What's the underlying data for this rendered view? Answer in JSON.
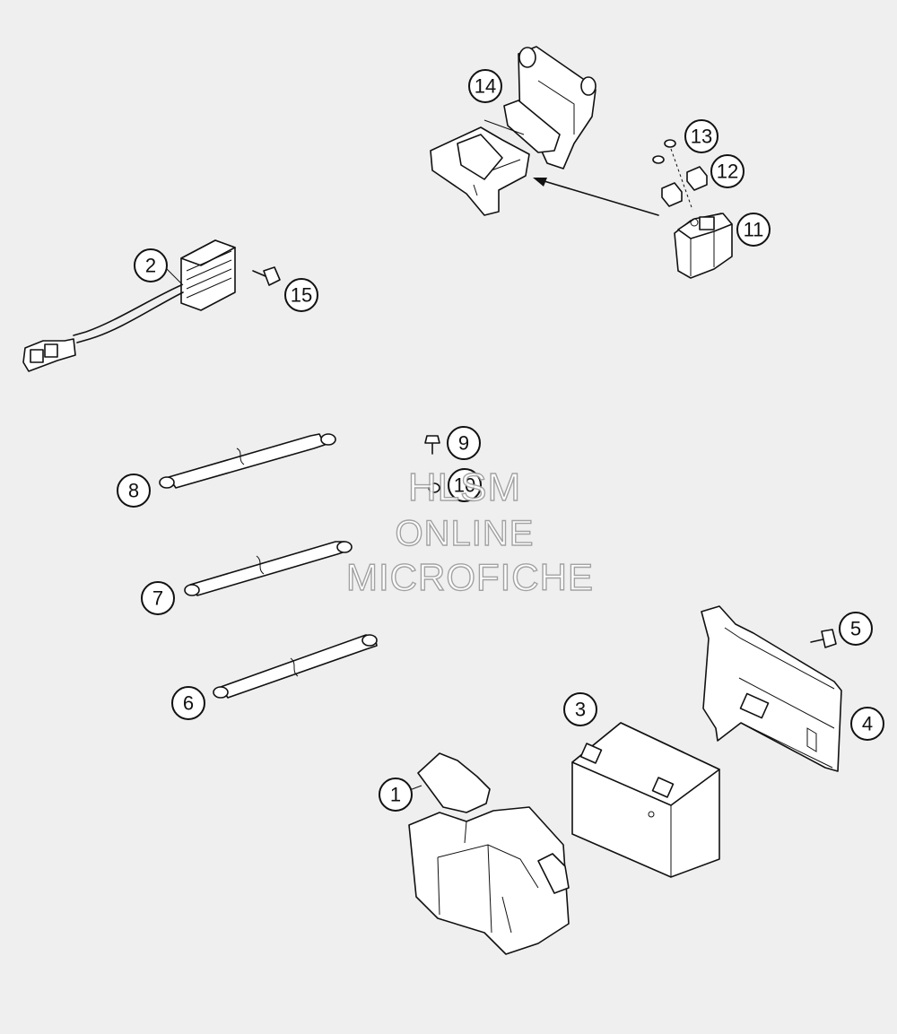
{
  "diagram": {
    "callouts": [
      {
        "id": "1",
        "label": "1"
      },
      {
        "id": "2",
        "label": "2"
      },
      {
        "id": "3",
        "label": "3"
      },
      {
        "id": "4",
        "label": "4"
      },
      {
        "id": "5",
        "label": "5"
      },
      {
        "id": "6",
        "label": "6"
      },
      {
        "id": "7",
        "label": "7"
      },
      {
        "id": "8",
        "label": "8"
      },
      {
        "id": "9",
        "label": "9"
      },
      {
        "id": "10",
        "label": "10"
      },
      {
        "id": "11",
        "label": "11"
      },
      {
        "id": "12",
        "label": "12"
      },
      {
        "id": "13",
        "label": "13"
      },
      {
        "id": "14",
        "label": "14"
      },
      {
        "id": "15",
        "label": "15"
      }
    ]
  },
  "watermark": {
    "line1": "HLSM",
    "line2": "ONLINE",
    "line3": "MICROFICHE"
  }
}
